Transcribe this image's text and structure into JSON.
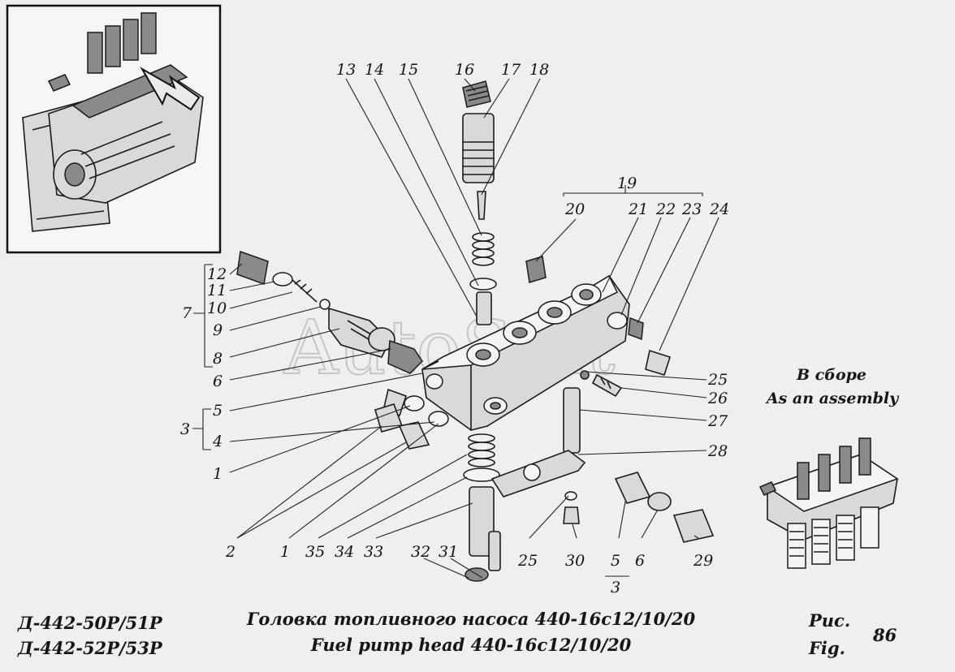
{
  "watermark": "AutoSoft",
  "callouts": [
    {
      "id": "n13",
      "text": "13"
    },
    {
      "id": "n14",
      "text": "14"
    },
    {
      "id": "n15",
      "text": "15"
    },
    {
      "id": "n16",
      "text": "16"
    },
    {
      "id": "n17",
      "text": "17"
    },
    {
      "id": "n18",
      "text": "18"
    },
    {
      "id": "n19",
      "text": "19"
    },
    {
      "id": "n20",
      "text": "20"
    },
    {
      "id": "n21",
      "text": "21"
    },
    {
      "id": "n22",
      "text": "22"
    },
    {
      "id": "n23",
      "text": "23"
    },
    {
      "id": "n24",
      "text": "24"
    },
    {
      "id": "n12",
      "text": "12"
    },
    {
      "id": "n11",
      "text": "11"
    },
    {
      "id": "n7",
      "text": "7"
    },
    {
      "id": "n10",
      "text": "10"
    },
    {
      "id": "n9",
      "text": "9"
    },
    {
      "id": "n8",
      "text": "8"
    },
    {
      "id": "n6a",
      "text": "6"
    },
    {
      "id": "n5a",
      "text": "5"
    },
    {
      "id": "n3a",
      "text": "3"
    },
    {
      "id": "n4",
      "text": "4"
    },
    {
      "id": "n1a",
      "text": "1"
    },
    {
      "id": "n25a",
      "text": "25"
    },
    {
      "id": "n26",
      "text": "26"
    },
    {
      "id": "n27",
      "text": "27"
    },
    {
      "id": "n28",
      "text": "28"
    },
    {
      "id": "n2",
      "text": "2"
    },
    {
      "id": "n1b",
      "text": "1"
    },
    {
      "id": "n35",
      "text": "35"
    },
    {
      "id": "n34",
      "text": "34"
    },
    {
      "id": "n33",
      "text": "33"
    },
    {
      "id": "n32",
      "text": "32"
    },
    {
      "id": "n31",
      "text": "31"
    },
    {
      "id": "n25b",
      "text": "25"
    },
    {
      "id": "n30",
      "text": "30"
    },
    {
      "id": "n5b",
      "text": "5"
    },
    {
      "id": "n6b",
      "text": "6"
    },
    {
      "id": "n3b",
      "text": "3"
    },
    {
      "id": "n29",
      "text": "29"
    }
  ],
  "assembly_label": {
    "ru": "В сборе",
    "en": "As an assembly"
  },
  "footer": {
    "models_line1": "Д-442-50Р/51Р",
    "models_line2": "Д-442-52Р/53Р",
    "title_ru": "Головка топливного насоса 440-16с12/10/20",
    "title_en": "Fuel pump head 440-16с12/10/20",
    "fig_ru": "Рис.",
    "fig_en": "Fig.",
    "fig_number": "86"
  }
}
